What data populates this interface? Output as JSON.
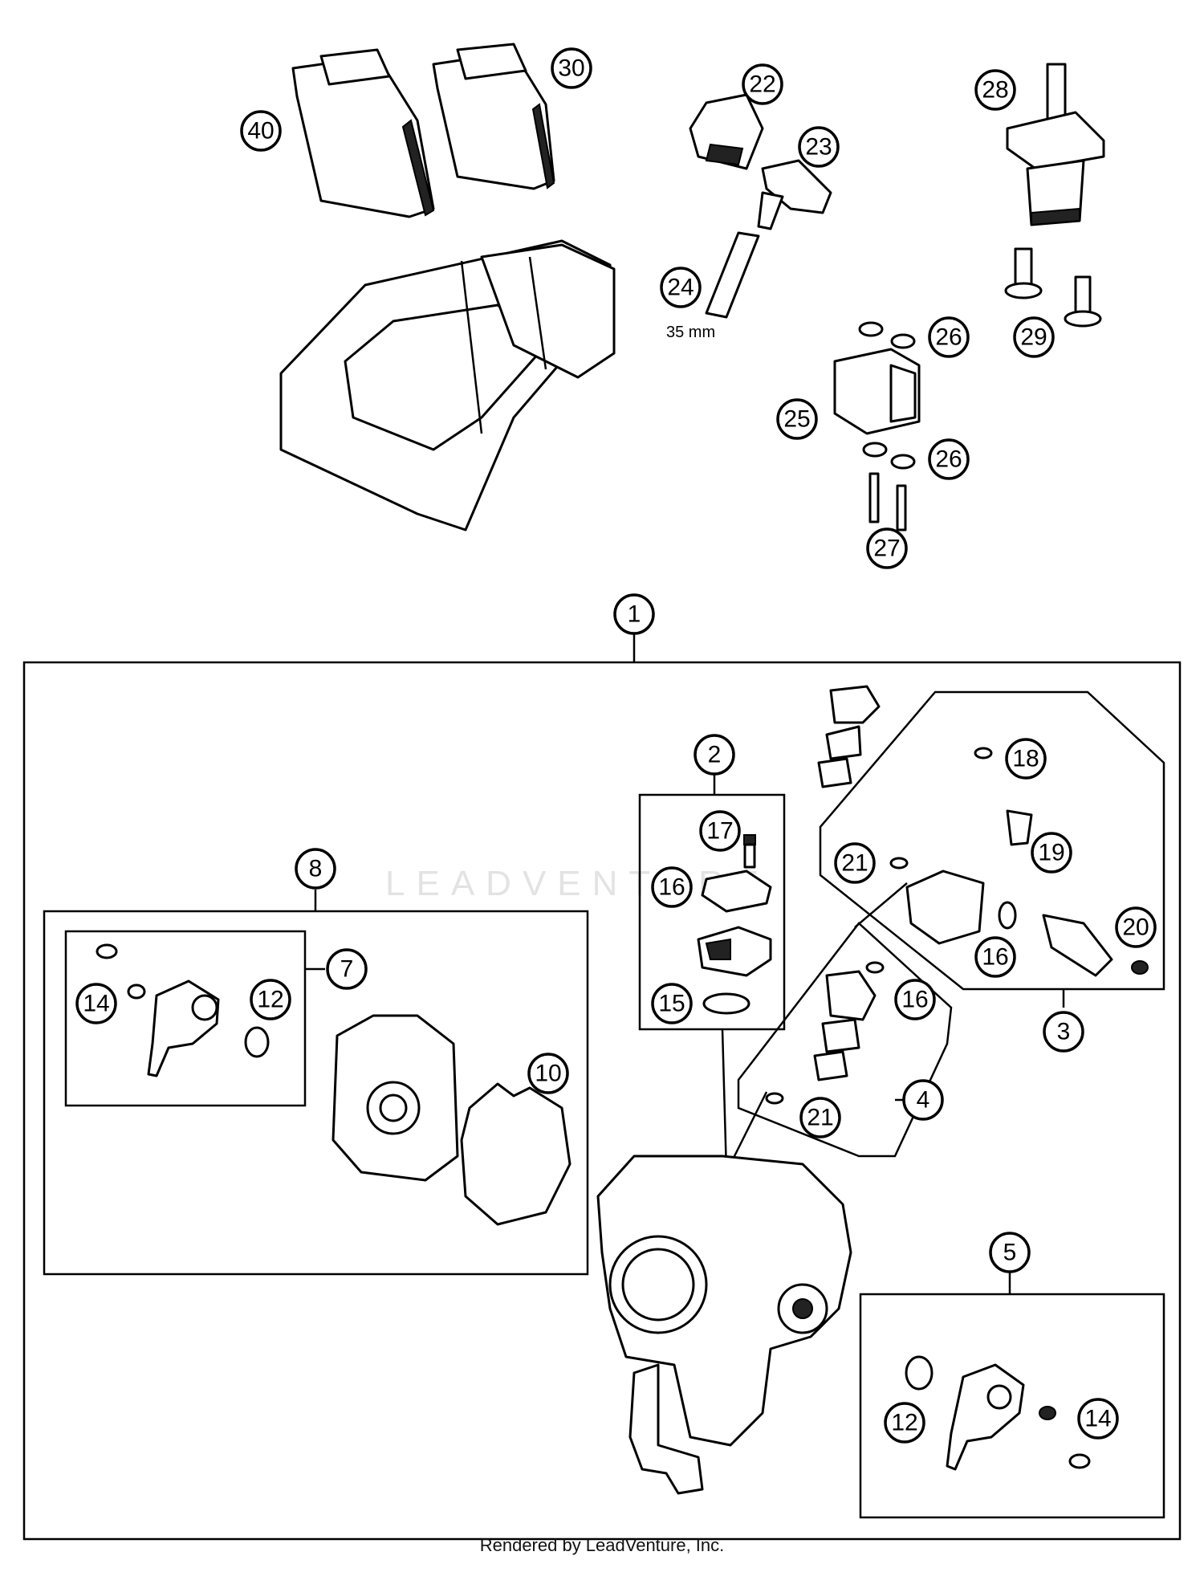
{
  "diagram": {
    "footer_text": "Rendered by LeadVenture, Inc.",
    "watermark_text": "LEADVENTURE",
    "dimension_label": "35 mm",
    "callouts": {
      "c40": "40",
      "c30": "30",
      "c22": "22",
      "c23": "23",
      "c24": "24",
      "c28": "28",
      "c29": "29",
      "c26a": "26",
      "c26b": "26",
      "c25": "25",
      "c27": "27",
      "c1": "1",
      "c2": "2",
      "c17": "17",
      "c16a": "16",
      "c15": "15",
      "c18": "18",
      "c19": "19",
      "c20": "20",
      "c21a": "21",
      "c16b": "16",
      "c3": "3",
      "c16c": "16",
      "c21b": "21",
      "c4": "4",
      "c8": "8",
      "c7": "7",
      "c14a": "14",
      "c12a": "12",
      "c10": "10",
      "c5": "5",
      "c12b": "12",
      "c14b": "14"
    }
  }
}
